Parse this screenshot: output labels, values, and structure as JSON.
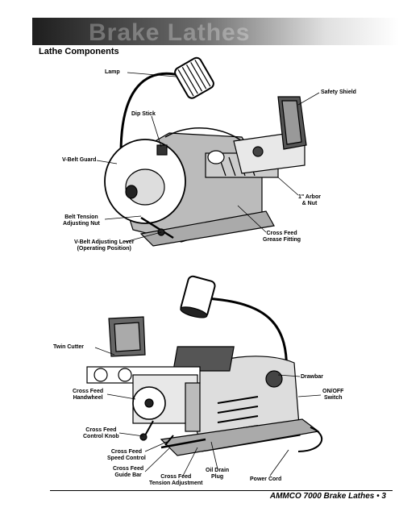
{
  "header": {
    "banner_title": "Brake Lathes"
  },
  "section_title": "Lathe Components",
  "figure1": {
    "labels": {
      "lamp": "Lamp",
      "safety_shield": "Safety Shield",
      "dip_stick": "Dip Stick",
      "vbelt_guard": "V-Belt Guard",
      "arbor_nut": "1\" Arbor\n& Nut",
      "belt_tension_nut": "Belt Tension\nAdjusting Nut",
      "cross_feed_grease": "Cross Feed\nGrease Fitting",
      "vbelt_lever": "V-Belt Adjusting Lever\n(Operating Position)"
    }
  },
  "figure2": {
    "labels": {
      "twin_cutter": "Twin Cutter",
      "drawbar": "Drawbar",
      "on_off_switch": "ON/OFF\nSwitch",
      "cross_feed_handwheel": "Cross Feed\nHandwheel",
      "cross_feed_control_knob": "Cross Feed\nControl Knob",
      "cross_feed_speed_control": "Cross Feed\nSpeed Control",
      "cross_feed_guide_bar": "Cross Feed\nGuide Bar",
      "cross_feed_tension_adjustment": "Cross Feed\nTension Adjustment",
      "oil_drain_plug": "Oil Drain\nPlug",
      "power_cord": "Power Cord"
    }
  },
  "footer": {
    "text": "AMMCO 7000 Brake Lathes • 3"
  }
}
